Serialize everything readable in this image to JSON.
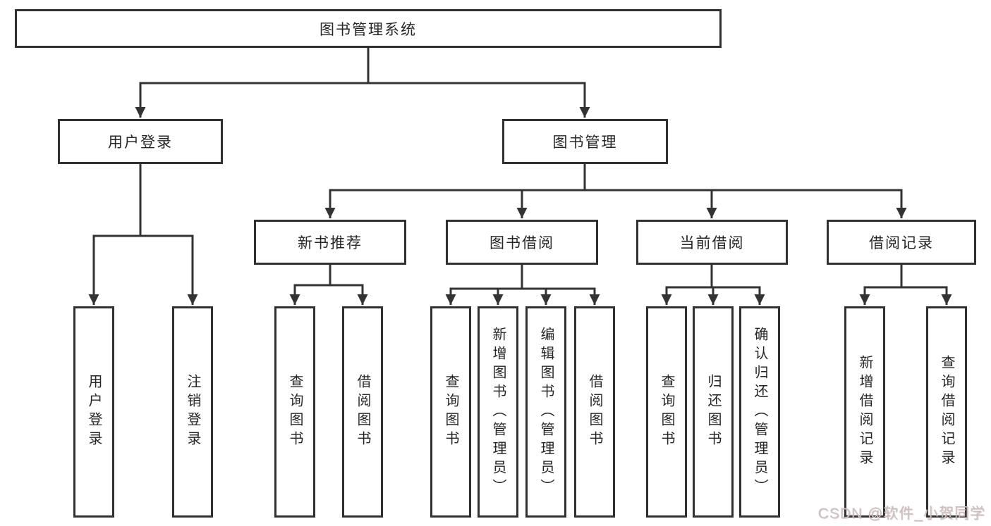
{
  "diagram": {
    "root": {
      "label": "图书管理系统"
    },
    "level2": {
      "user_login": {
        "label": "用户登录"
      },
      "book_mgmt": {
        "label": "图书管理"
      }
    },
    "level3": {
      "new_book": {
        "label": "新书推荐"
      },
      "book_borrow": {
        "label": "图书借阅"
      },
      "current_borrow": {
        "label": "当前借阅"
      },
      "borrow_record": {
        "label": "借阅记录"
      }
    },
    "leaves": {
      "user_login": [
        "用户登录",
        "注销登录"
      ],
      "new_book": [
        "查询图书",
        "借阅图书"
      ],
      "book_borrow": [
        "查询图书",
        "新增图书（管理员）",
        "编辑图书（管理员）",
        "借阅图书"
      ],
      "current_borrow": [
        "查询图书",
        "归还图书",
        "确认归还（管理员）"
      ],
      "borrow_record": [
        "新增借阅记录",
        "查询借阅记录"
      ]
    }
  },
  "watermark": {
    "text": "CSDN @软件_小贺同学"
  },
  "colors": {
    "line": "#333333",
    "box_border": "#313131",
    "text": "#262626",
    "watermark": "#c3c3c3",
    "background": "#ffffff"
  }
}
